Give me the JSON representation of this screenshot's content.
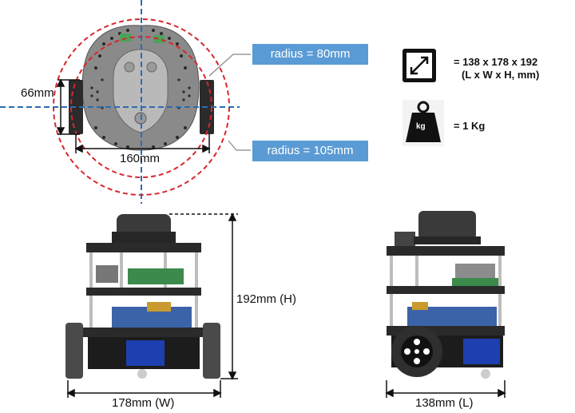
{
  "top_view": {
    "dim_66": "66mm",
    "dim_160": "160mm",
    "radius_80": "radius = 80mm",
    "radius_105": "radius = 105mm"
  },
  "specs": {
    "dimensions_line1": "= 138 x 178 x 192",
    "dimensions_line2": "(L x W x H, mm)",
    "weight_icon_text": "kg",
    "weight": "= 1 Kg"
  },
  "front_view": {
    "width": "178mm (W)",
    "height": "192mm (H)"
  },
  "side_view": {
    "length": "138mm (L)"
  },
  "colors": {
    "accent_box": "#5b9bd5",
    "radius_circle": "#d9262b",
    "center_line": "#2b6cb0"
  }
}
